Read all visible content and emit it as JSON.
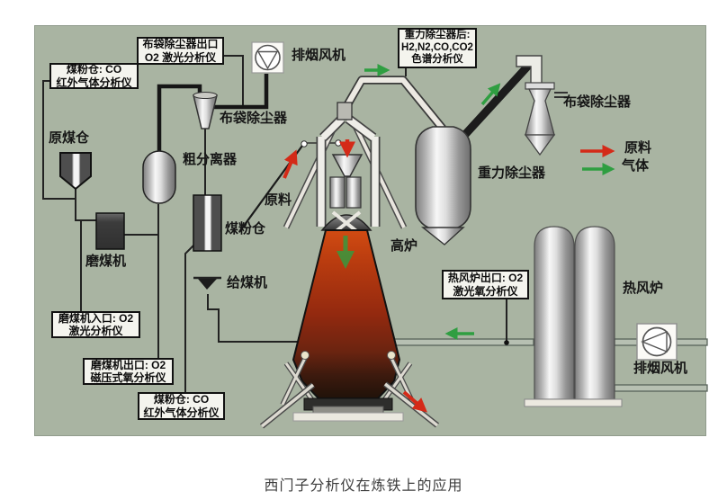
{
  "caption": "西门子分析仪在炼铁上的应用",
  "legend": {
    "raw_material": "原料",
    "gas": "气体"
  },
  "labels": {
    "raw_coal_bunker": "原煤仓",
    "coal_mill": "磨煤机",
    "coarse_separator": "粗分离器",
    "bag_filter_left": "布袋除尘器",
    "exhaust_fan_top": "排烟风机",
    "coal_powder_bunker": "煤粉仓",
    "coal_feeder": "给煤机",
    "raw_material_feed": "原料",
    "blast_furnace": "高炉",
    "gravity_collector": "重力除尘器",
    "bag_filter_right": "布袋除尘器",
    "hot_blast_stove": "热风炉",
    "exhaust_fan_right": "排烟风机"
  },
  "analyzer_boxes": {
    "bag_filter_outlet": {
      "line1": "布袋除尘器出口",
      "line2": "O2 激光分析仪"
    },
    "coal_bunker_co_top": {
      "line1": "煤粉仓: CO",
      "line2": "红外气体分析仪"
    },
    "after_gravity_collector": {
      "line1": "重力除尘器后:",
      "line2": "H2,N2,CO,CO2",
      "line3": "色谱分析仪"
    },
    "mill_inlet": {
      "line1": "磨煤机入口: O2",
      "line2": "激光分析仪"
    },
    "mill_outlet": {
      "line1": "磨煤机出口: O2",
      "line2": "磁压式氧分析仪"
    },
    "coal_bunker_co_bottom": {
      "line1": "煤粉仓: CO",
      "line2": "红外气体分析仪"
    },
    "stove_outlet": {
      "line1": "热风炉出口: O2",
      "line2": "激光氧分析仪"
    }
  },
  "colors": {
    "background": "#a9b4a2",
    "furnace_red": "#b23310",
    "arrow_red": "#d42a18",
    "arrow_green": "#2f9e41",
    "pipe_black": "#1a1a1a",
    "vessel_silver": "#d9d9d9"
  }
}
